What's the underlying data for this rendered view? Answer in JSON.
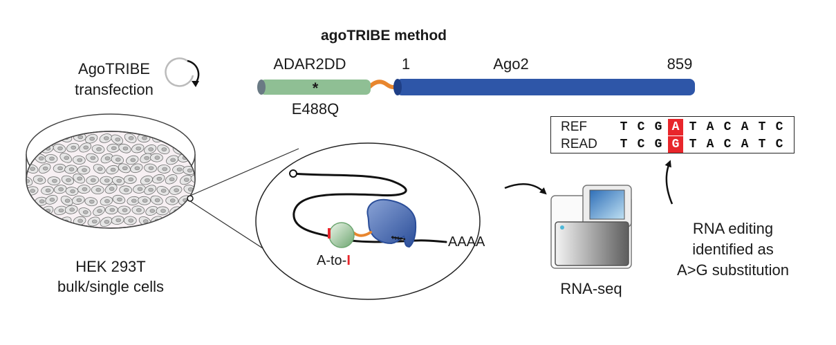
{
  "title": "agoTRIBE method",
  "transfection": {
    "line1": "AgoTRIBE",
    "line2": "transfection"
  },
  "construct": {
    "adar_label": "ADAR2DD",
    "mutation_mark": "*",
    "mutation_label": "E488Q",
    "ago_start": "1",
    "ago_label": "Ago2",
    "ago_end": "859",
    "colors": {
      "adar": "#8fbf94",
      "linker": "#e8862e",
      "ago": "#2e56a8"
    }
  },
  "cells": {
    "line1": "HEK 293T",
    "line2": "bulk/single cells"
  },
  "zoom": {
    "tail_label": "AAAA",
    "edit_prefix": "A-to-",
    "edit_suffix": "I",
    "edit_color": "#e8262b"
  },
  "sequencing": {
    "label": "RNA-seq"
  },
  "alignment": {
    "ref_label": "REF",
    "read_label": "READ",
    "ref_bases": [
      "T",
      "C",
      "G",
      "A",
      "T",
      "A",
      "C",
      "A",
      "T",
      "C"
    ],
    "read_bases": [
      "T",
      "C",
      "G",
      "G",
      "T",
      "A",
      "C",
      "A",
      "T",
      "C"
    ],
    "highlight_index": 3,
    "highlight_color": "#e8262b"
  },
  "result": {
    "line1": "RNA editing",
    "line2": "identified as",
    "line3": "A>G substitution"
  }
}
